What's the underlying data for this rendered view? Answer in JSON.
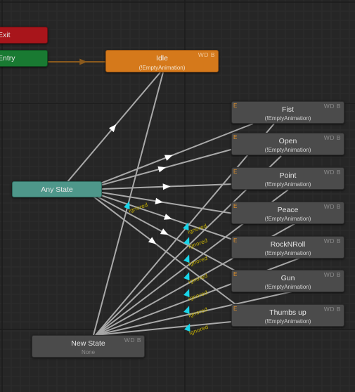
{
  "nodes": {
    "exit": {
      "label": "Exit"
    },
    "entry": {
      "label": "Entry"
    },
    "idle": {
      "label": "Idle",
      "sub": "(!EmptyAnimation)",
      "badge": "WD B"
    },
    "any": {
      "label": "Any State"
    },
    "new": {
      "label": "New State",
      "sub": "None",
      "badge": "WD B"
    },
    "states": [
      {
        "label": "Fist",
        "sub": "(!EmptyAnimation)",
        "badge": "WD B",
        "corner": "E"
      },
      {
        "label": "Open",
        "sub": "(!EmptyAnimation)",
        "badge": "WD B",
        "corner": "E"
      },
      {
        "label": "Point",
        "sub": "(!EmptyAnimation)",
        "badge": "WD B",
        "corner": "E"
      },
      {
        "label": "Peace",
        "sub": "(!EmptyAnimation)",
        "badge": "WD B",
        "corner": "E"
      },
      {
        "label": "RockNRoll",
        "sub": "(!EmptyAnimation)",
        "badge": "WD B",
        "corner": "E"
      },
      {
        "label": "Gun",
        "sub": "(!EmptyAnimation)",
        "badge": "WD B",
        "corner": "E"
      },
      {
        "label": "Thumbs up",
        "sub": "(!EmptyAnimation)",
        "badge": "WD B",
        "corner": "E"
      }
    ]
  },
  "ignored_label": "ignored",
  "colors": {
    "background": "#262626",
    "grid_minor": "#2d2d2d",
    "grid_major": "#1c1c1c",
    "transition": "#a9a9a9",
    "ignored_arrow": "#19d4e8",
    "ignored_text": "#c9b400",
    "entry_link": "#8a5a1d"
  }
}
